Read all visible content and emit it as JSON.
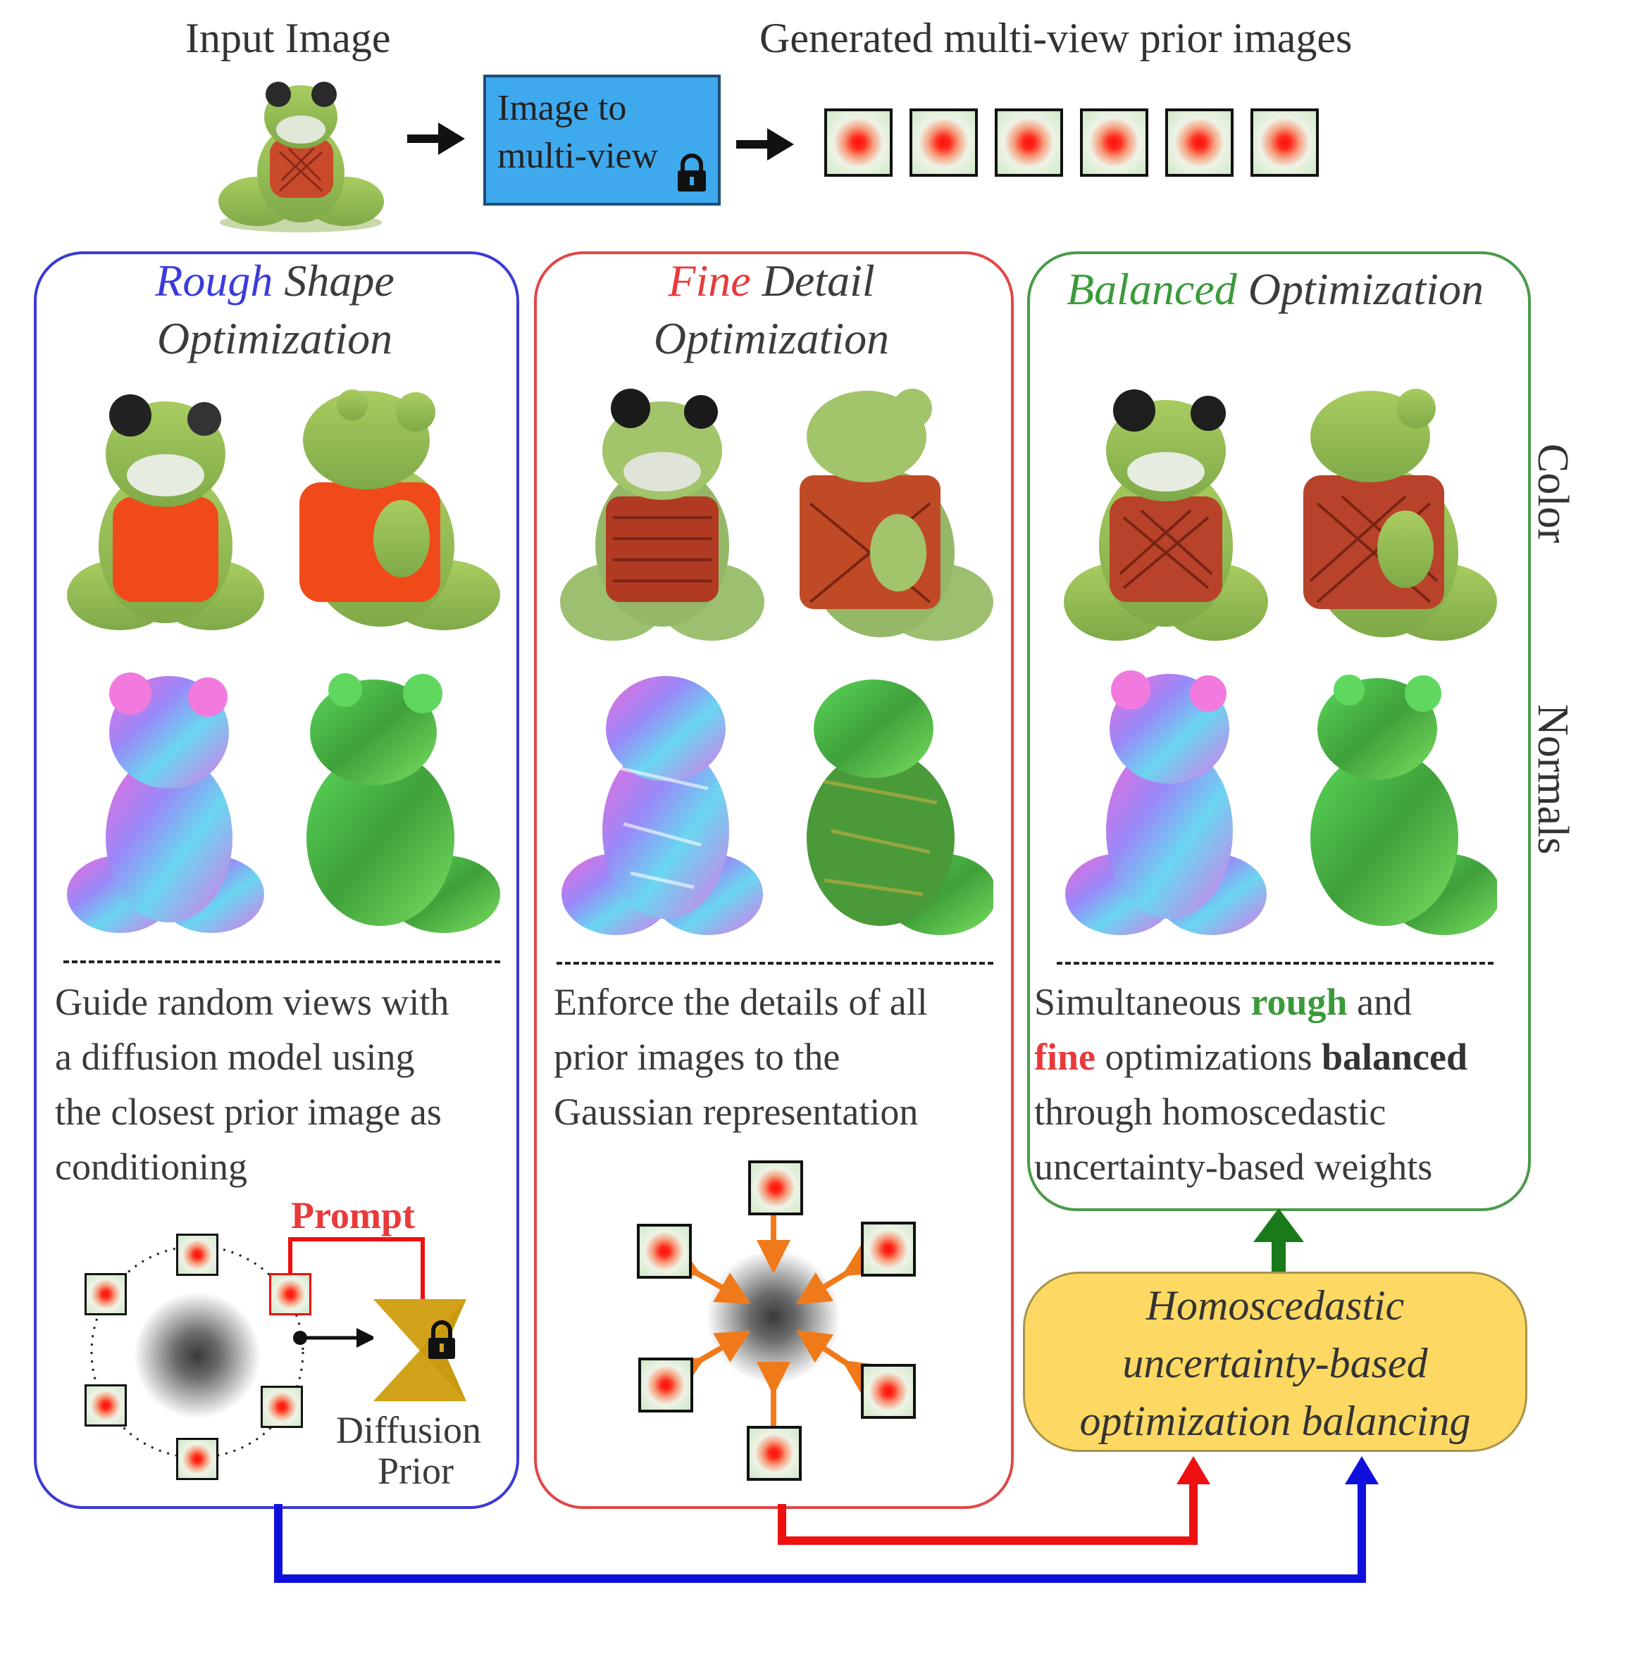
{
  "header": {
    "input_label": "Input Image",
    "generated_label": "Generated multi-view prior images",
    "module_line1": "Image to",
    "module_line2": "multi-view",
    "prior_count": 6
  },
  "panels": {
    "rough": {
      "title_accent": "Rough",
      "title_rest": " Shape",
      "title_line2": "Optimization",
      "accent_color": "#3b3bdc",
      "border_color": "#3a3ad6",
      "desc_lines": [
        "Guide random views with",
        "a diffusion model using",
        "the closest prior image as",
        "conditioning"
      ],
      "prompt_label": "Prompt",
      "prior_line1": "Diffusion",
      "prior_line2": "Prior"
    },
    "fine": {
      "title_accent": "Fine",
      "title_rest": " Detail",
      "title_line2": "Optimization",
      "accent_color": "#e83a3a",
      "border_color": "#e04848",
      "desc_lines": [
        "Enforce the details of all",
        "prior images to the",
        "Gaussian representation"
      ]
    },
    "balanced": {
      "title_accent": "Balanced",
      "title_rest": " Optimization",
      "accent_color": "#3a9a3a",
      "border_color": "#4a9a4a",
      "desc_line1_a": "Simultaneous ",
      "desc_line1_b": "rough",
      "desc_line1_c": " and",
      "desc_line2_a": "fine",
      "desc_line2_b": " optimizations ",
      "desc_line2_c": "balanced",
      "desc_line3": "through homoscedastic",
      "desc_line4": "uncertainty-based weights"
    }
  },
  "side_labels": {
    "color": "Color",
    "normals": "Normals"
  },
  "homoscedastic": {
    "line1": "Homoscedastic",
    "line2": "uncertainty-based",
    "line3": "optimization balancing"
  },
  "colors": {
    "blue_arrow": "#1010dd",
    "red_arrow": "#ee1010",
    "green_arrow": "#1a7a1a",
    "orange_arrow": "#f07a1a",
    "module_fill": "#3fa9ee",
    "homo_fill": "#fdd963"
  }
}
